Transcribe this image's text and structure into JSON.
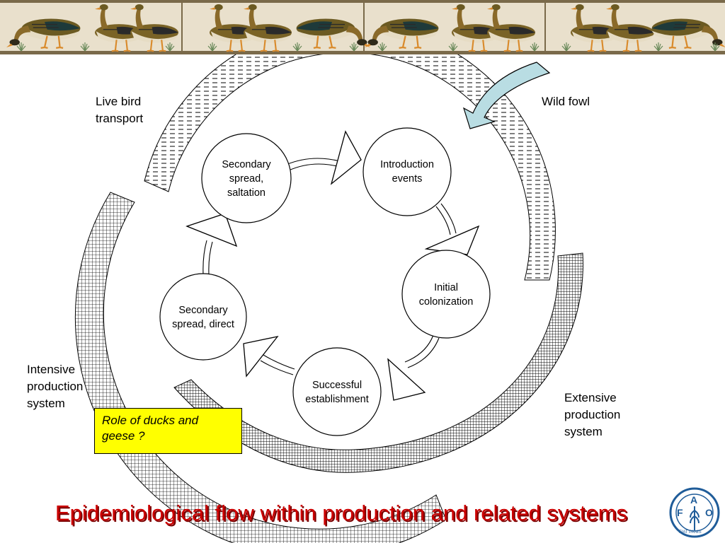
{
  "slide": {
    "title": "Epidemiological flow within production and related systems"
  },
  "banner": {
    "description_icon": "geese-frieze-banner",
    "colors": {
      "background": "#e9e0cc",
      "goose_body": "#6b5a22",
      "goose_neck": "#8a6a2a",
      "wing_dark": "#1e3a3a",
      "leg": "#d98a2b"
    }
  },
  "outer_labels": {
    "live_bird_transport": "Live bird\ntransport",
    "wild_fowl": "Wild fowl",
    "intensive": "Intensive\nproduction\nsystem",
    "extensive": "Extensive\nproduction\nsystem"
  },
  "cycle_nodes": [
    {
      "id": "introduction",
      "text": "Introduction\nevents"
    },
    {
      "id": "initial",
      "text": "Initial\ncolonization"
    },
    {
      "id": "successful",
      "text": "Successful\nestablishment"
    },
    {
      "id": "secondary-direct",
      "text": "Secondary\nspread, direct"
    },
    {
      "id": "secondary-saltation",
      "text": "Secondary\nspread,\nsaltation"
    }
  ],
  "note": {
    "text": "Role of ducks and\ngeese ?",
    "color": "#ffff00"
  },
  "colors": {
    "title": "#cc0000",
    "wild_fowl_arrow": "#b9dde3",
    "logo": "#1f5c99"
  },
  "logo": {
    "name": "fao-logo",
    "top_letters": "FAO",
    "bottom_text": "FIAT PANIS"
  }
}
